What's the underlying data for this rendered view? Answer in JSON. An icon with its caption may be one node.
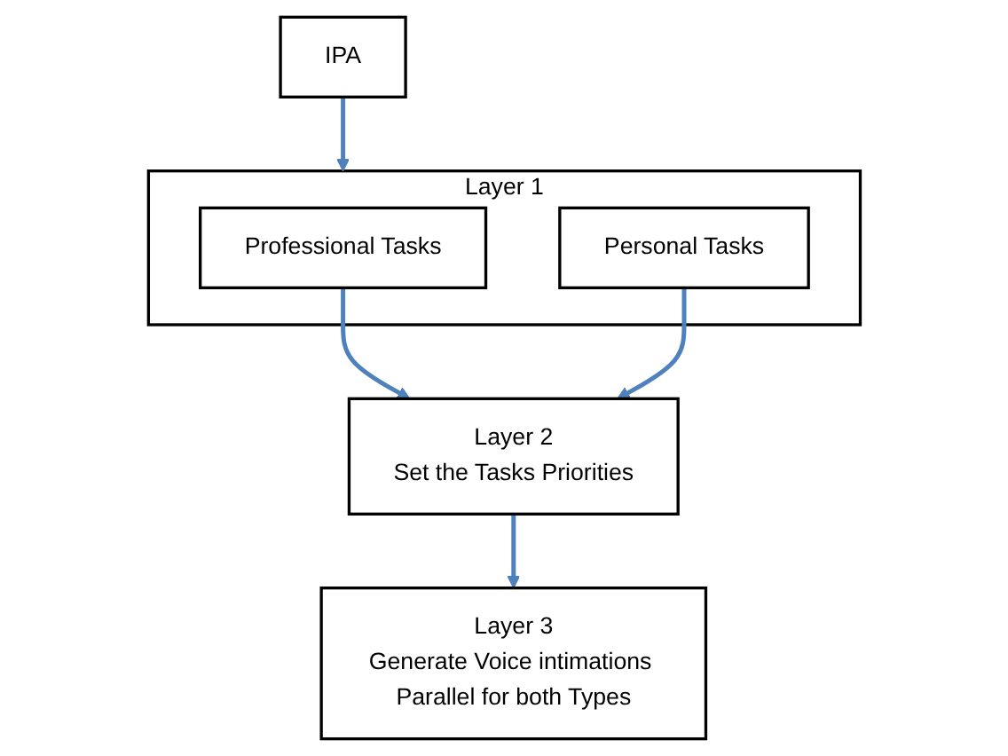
{
  "diagram": {
    "nodes": [
      {
        "text": [
          "IPA"
        ]
      },
      {
        "text": [
          "Layer 1"
        ]
      },
      {
        "text": [
          "Professional Tasks"
        ],
        "in": 1
      },
      {
        "text": [
          "Personal Tasks"
        ],
        "in": 1
      },
      {
        "text": [
          "Layer 2",
          "Set the Tasks Priorities"
        ]
      },
      {
        "text": [
          "Layer 3",
          "Generate Voice intimations Parallel for both Types"
        ]
      }
    ],
    "edges": [
      {
        "from": 0,
        "to": 1,
        "arrow": "to"
      },
      {
        "from": 2,
        "to": 4,
        "arrow": "to"
      },
      {
        "from": 3,
        "to": 4,
        "arrow": "to"
      },
      {
        "from": 4,
        "to": 5,
        "arrow": "to"
      }
    ]
  }
}
